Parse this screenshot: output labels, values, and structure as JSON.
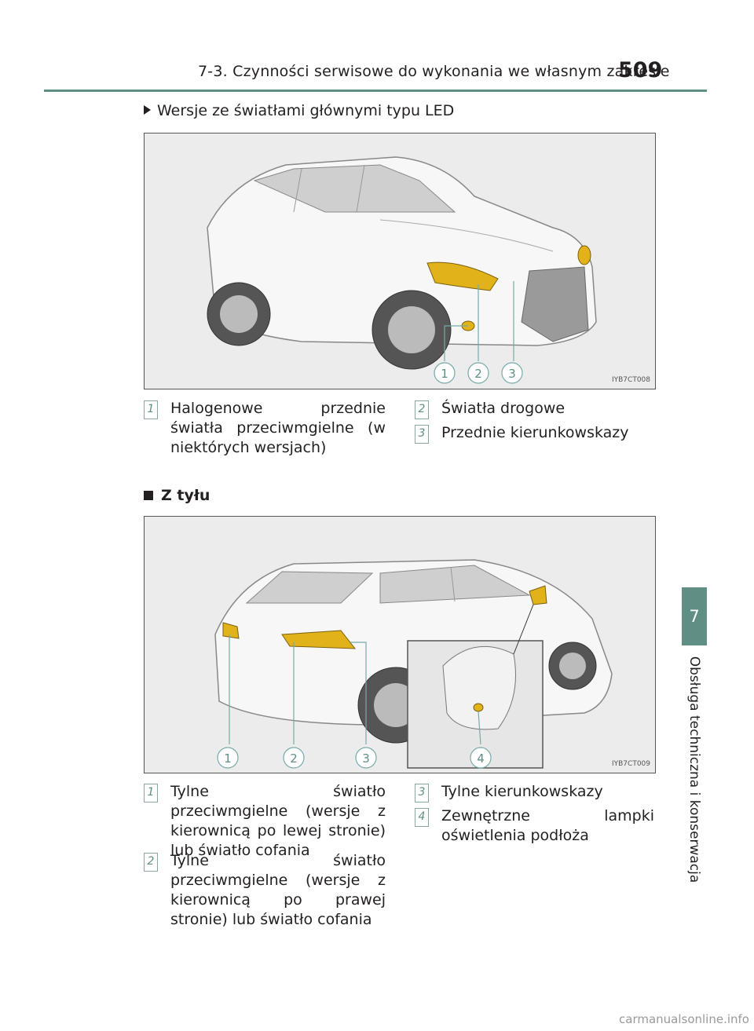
{
  "header": {
    "title": "7-3. Czynności serwisowe do wykonania we własnym zakresie",
    "page_number": "509"
  },
  "side_tab": {
    "chapter": "7",
    "label": "Obsługa techniczna i konserwacja"
  },
  "section_front": {
    "heading": "Wersje ze światłami głównymi typu LED",
    "figure_code": "IYB7CT008",
    "callouts": [
      "1",
      "2",
      "3"
    ],
    "items": [
      {
        "num": "1",
        "text": "Halogenowe przednie światła przeciwmgielne (w niektórych wersjach)"
      },
      {
        "num": "2",
        "text": "Światła drogowe"
      },
      {
        "num": "3",
        "text": "Przednie kierunkowskazy"
      }
    ]
  },
  "section_rear": {
    "heading": "Z tyłu",
    "figure_code": "IYB7CT009",
    "callouts": [
      "1",
      "2",
      "3",
      "4"
    ],
    "items": [
      {
        "num": "1",
        "text": "Tylne światło przeciwmgielne (wersje z kierownicą po lewej stronie) lub światło cofania"
      },
      {
        "num": "2",
        "text": "Tylne światło przeciwmgielne (wersje z kierownicą po prawej stronie) lub światło cofania"
      },
      {
        "num": "3",
        "text": "Tylne kierunkowskazy"
      },
      {
        "num": "4",
        "text": "Zewnętrzne lampki oświetlenia podłoża"
      }
    ]
  },
  "colors": {
    "accent": "#5f8f84",
    "lamp": "#e2b21a"
  },
  "watermark": "carmanualsonline.info"
}
